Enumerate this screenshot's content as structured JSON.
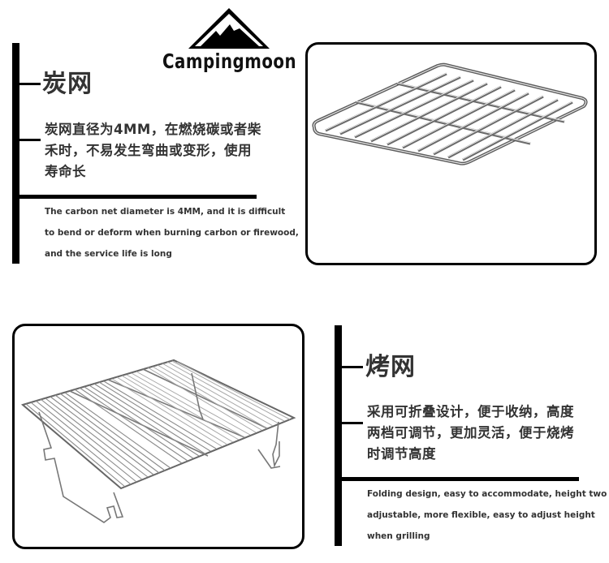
{
  "brand": {
    "name": "Campingmoon",
    "logo_icon": "mountain-peak-icon"
  },
  "sections": [
    {
      "id": "charcoal-grill",
      "heading": "炭网",
      "description_cn": [
        "炭网直径为4MM，在燃烧碳或者柴",
        "禾时，不易发生弯曲或变形，使用",
        "寿命长"
      ],
      "description_en": [
        "The carbon net diameter is 4MM, and it is difficult",
        "to bend or deform when burning carbon or firewood,",
        "and the service life is long"
      ],
      "image": "charcoal-grid-image"
    },
    {
      "id": "grill-rack",
      "heading": "烤网",
      "description_cn": [
        "采用可折叠设计，便于收纳，高度",
        "两档可调节，更加灵活，便于烧烤",
        "时调节高度"
      ],
      "description_en": [
        "Folding design, easy to accommodate, height two",
        "adjustable, more flexible, easy to adjust height",
        "when grilling"
      ],
      "image": "folding-grill-rack-image"
    }
  ],
  "colors": {
    "line": "#000000",
    "text": "#333333",
    "metal_light": "#e6e6e6",
    "metal_dark": "#6a6a6a"
  }
}
